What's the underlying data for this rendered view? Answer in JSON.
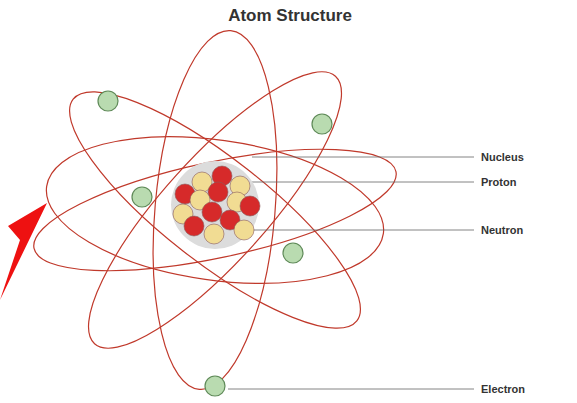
{
  "diagram": {
    "title": "Atom Structure",
    "labels": [
      "Nucleus",
      "Proton",
      "Neutron",
      "Electron"
    ]
  }
}
